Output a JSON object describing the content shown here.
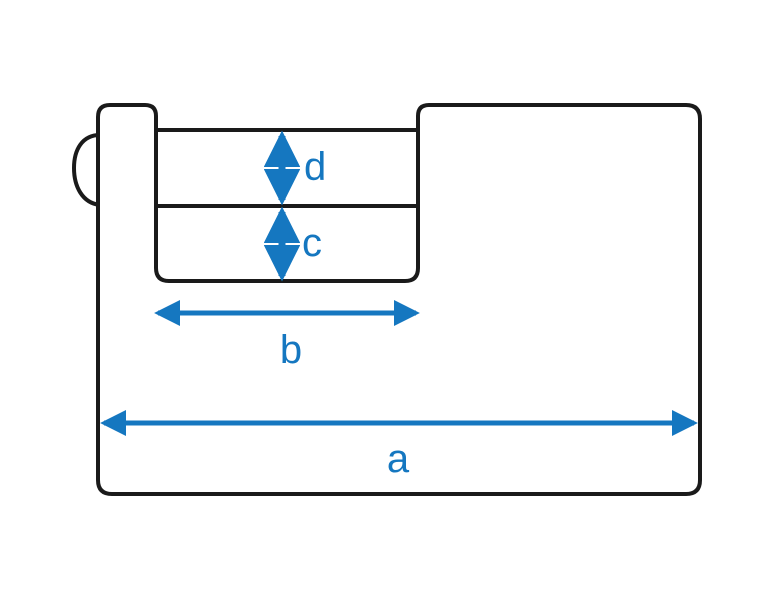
{
  "colors": {
    "outline": "#1a1a1a",
    "dimension": "#1577c0",
    "background": "#ffffff"
  },
  "dimensions": {
    "a": "a",
    "b": "b",
    "c": "c",
    "d": "d"
  }
}
